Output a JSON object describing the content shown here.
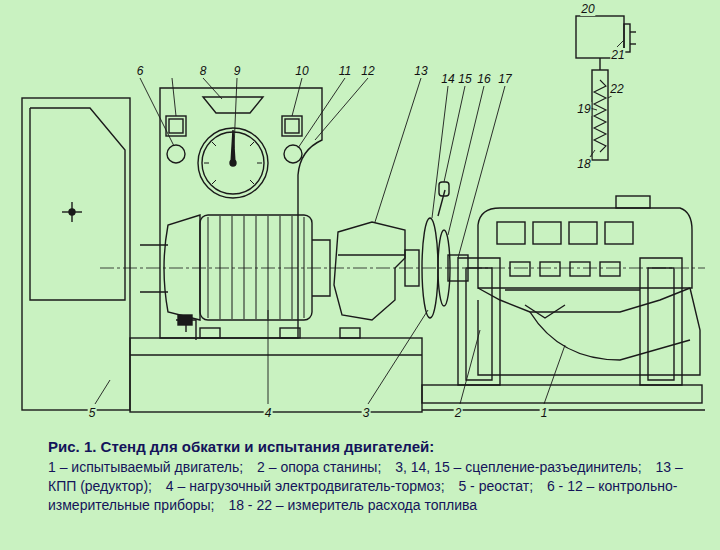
{
  "diagram": {
    "caption": "Рис. 1. Стенд для обкатки и испытания двигателей:",
    "labels": [
      "6",
      "8",
      "9",
      "10",
      "11",
      "12",
      "13",
      "14",
      "15",
      "16",
      "17",
      "20",
      "21",
      "22",
      "19",
      "18",
      "5",
      "4",
      "3",
      "2",
      "1",
      "1 – испытываемый двигатель;",
      "2 – опора станины;",
      "3, 14, 15 – сцепление-разъединитель;",
      "13 – КПП (редуктор);",
      "4 – нагрузочный электродвигатель-тормоз;",
      "5 - реостат;",
      "6 - 12 – контрольно-измерительные приборы;",
      "18 - 22 – измеритель расхода топлива"
    ]
  }
}
